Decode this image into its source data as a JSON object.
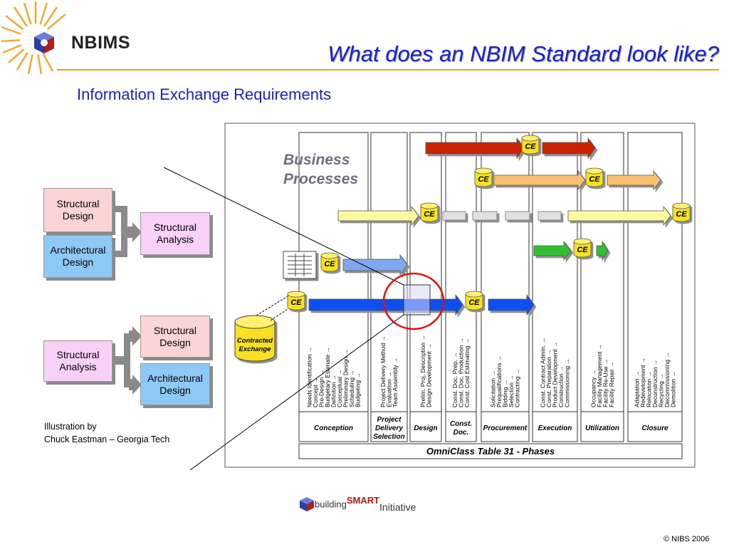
{
  "header": {
    "logo_text": "NBIMS",
    "title": "What does an NBIM Standard look like?",
    "subtitle": "Information Exchange Requirements"
  },
  "left_diagram": {
    "top_group": {
      "input1": "Structural Design",
      "input2": "Architectural Design",
      "output": "Structural Analysis"
    },
    "bottom_group": {
      "input": "Structural Analysis",
      "output1": "Structural Design",
      "output2": "Architectural Design"
    }
  },
  "illustration_credit": {
    "line1": "Illustration by",
    "line2": "Chuck Eastman – Georgia Tech"
  },
  "figure": {
    "business_processes_line1": "Business",
    "business_processes_line2": "Processes",
    "ce_label": "CE",
    "contracted_exchange_line1": "Contracted",
    "contracted_exchange_line2": "Exchange",
    "footer": "OmniClass Table 31 - Phases",
    "phases": [
      {
        "name": "Conception",
        "items": [
          "Needs Identification",
          "Concept",
          "Pre-Design",
          "Budgetary Estimate",
          "Definition",
          "Conceptual",
          "Preliminary Design",
          "Scheduling",
          "Budgeting"
        ]
      },
      {
        "name": "Project Delivery Selection",
        "items": [
          "Project Delivery Method",
          "Evaluation",
          "Team Assembly"
        ]
      },
      {
        "name": "Design",
        "items": [
          "Prelim. Proj. Description",
          "Design Development"
        ]
      },
      {
        "name": "Const. Doc.",
        "items": [
          "Const. Doc. Prep.",
          "Const. Doc. Production",
          "Const. Cost Estimating"
        ]
      },
      {
        "name": "Procurement",
        "items": [
          "Solicitation",
          "Prequalifications",
          "Bidding",
          "Selection",
          "Contracting"
        ]
      },
      {
        "name": "Execution",
        "items": [
          "Const. Contract Admin.",
          "Const. Preparation",
          "Product Development",
          "Construction",
          "Commissioning"
        ]
      },
      {
        "name": "Utilization",
        "items": [
          "Occupancy",
          "Facility Management",
          "Facility Re-Use",
          "Facility Repair"
        ]
      },
      {
        "name": "Closure",
        "items": [
          "Adaptation",
          "Redevelopment",
          "Relocation",
          "Deconstruction",
          "Recycling",
          "Decommissioning",
          "Demolition"
        ]
      }
    ],
    "colors": {
      "red": "#cc2200",
      "orange": "#f8c070",
      "yellow": "#fafaa0",
      "green": "#30c030",
      "blue": "#1050f0",
      "cylinder": "#f8e020",
      "circle": "#e01010"
    }
  },
  "bottom_logo": {
    "part1": "building",
    "part2": "SMART",
    "part3": "Initiative"
  },
  "copyright": "© NIBS 2006"
}
